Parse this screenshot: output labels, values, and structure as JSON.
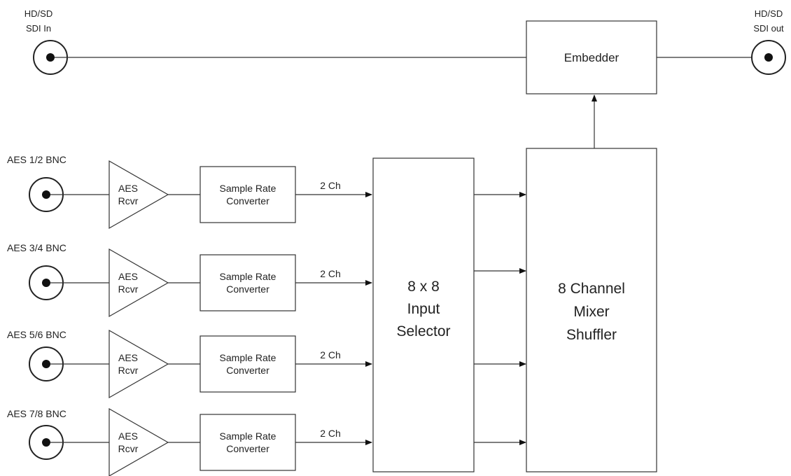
{
  "sdi_input": {
    "line1": "HD/SD",
    "line2": "SDI In"
  },
  "sdi_output": {
    "line1": "HD/SD",
    "line2": "SDI out"
  },
  "embedder": {
    "label": "Embedder"
  },
  "aes_inputs": [
    {
      "label": "AES 1/2 BNC",
      "rcvr_line1": "AES",
      "rcvr_line2": "Rcvr",
      "src_line1": "Sample Rate",
      "src_line2": "Converter",
      "channels": "2 Ch"
    },
    {
      "label": "AES 3/4 BNC",
      "rcvr_line1": "AES",
      "rcvr_line2": "Rcvr",
      "src_line1": "Sample Rate",
      "src_line2": "Converter",
      "channels": "2 Ch"
    },
    {
      "label": "AES  5/6 BNC",
      "rcvr_line1": "AES",
      "rcvr_line2": "Rcvr",
      "src_line1": "Sample Rate",
      "src_line2": "Converter",
      "channels": "2 Ch"
    },
    {
      "label": "AES 7/8 BNC",
      "rcvr_line1": "AES",
      "rcvr_line2": "Rcvr",
      "src_line1": "Sample Rate",
      "src_line2": "Converter",
      "channels": "2 Ch"
    }
  ],
  "input_selector": {
    "line1": "8 x 8",
    "line2": "Input",
    "line3": "Selector"
  },
  "mixer_shuffler": {
    "line1": "8 Channel",
    "line2": "Mixer",
    "line3": "Shuffler"
  },
  "colors": {
    "line": "#333333",
    "connector_ring": "#222222",
    "connector_pin": "#111111",
    "background": "#ffffff"
  }
}
